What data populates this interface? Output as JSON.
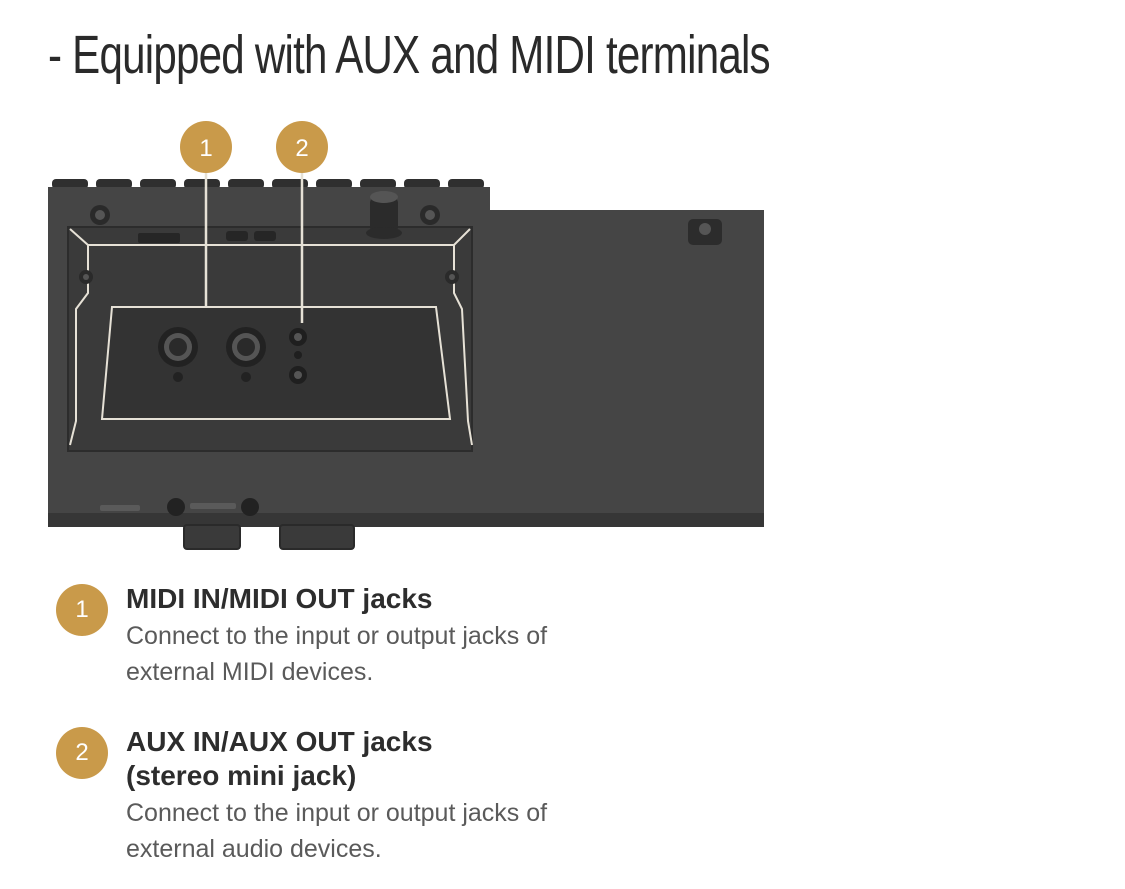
{
  "headline": "- Equipped with AUX and MIDI terminals",
  "colors": {
    "badge": "#c99a4a",
    "panel": "#3d3d3d",
    "line": "#e6e1d6"
  },
  "diagram": {
    "callouts": [
      "1",
      "2"
    ]
  },
  "legend": [
    {
      "number": "1",
      "title": "MIDI IN/MIDI OUT jacks",
      "description_lines": [
        "Connect to the input or output jacks of",
        "external MIDI devices."
      ]
    },
    {
      "number": "2",
      "title_lines": [
        "AUX IN/AUX OUT jacks",
        "(stereo mini jack)"
      ],
      "description_lines": [
        "Connect to the input or output jacks of",
        "external audio devices."
      ]
    }
  ]
}
